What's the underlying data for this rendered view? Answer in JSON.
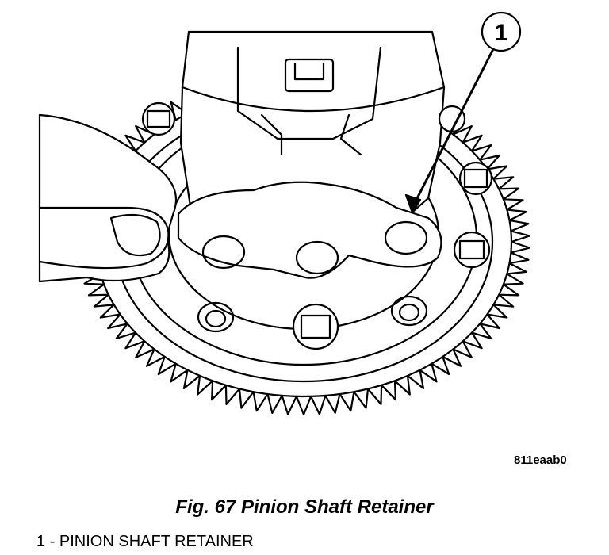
{
  "figure": {
    "callout_number": "1",
    "image_code": "811eaab0",
    "caption": "Fig. 67 Pinion Shaft Retainer",
    "legend": [
      {
        "number": "1",
        "text": "PINION SHAFT RETAINER"
      }
    ]
  }
}
